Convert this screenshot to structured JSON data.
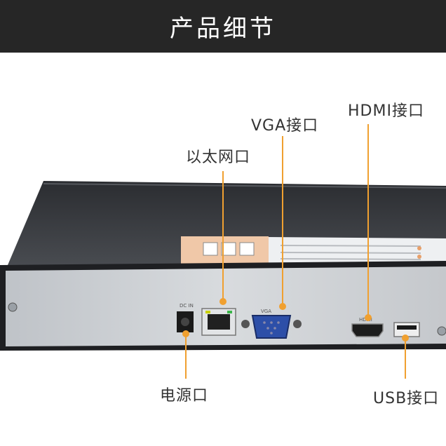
{
  "header": {
    "title": "产品细节"
  },
  "callouts": {
    "ethernet": "以太网口",
    "vga": "VGA接口",
    "hdmi": "HDMI接口",
    "power": "电源口",
    "usb": "USB接口"
  },
  "colors": {
    "banner": "#262626",
    "leader": "#f0a030",
    "accent_sticker": "#f0c8a8"
  }
}
